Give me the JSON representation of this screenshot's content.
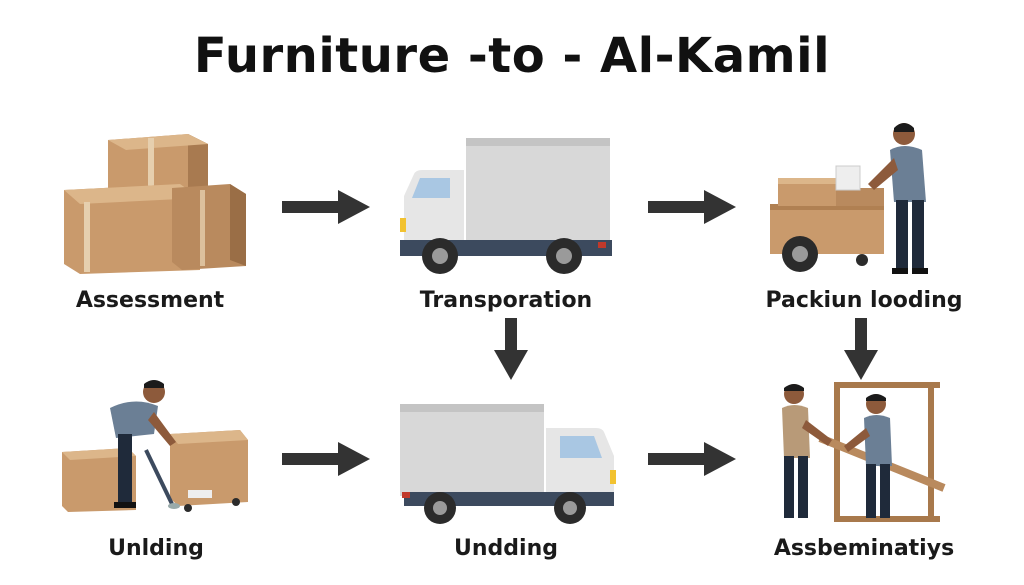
{
  "title": "Furniture -to - Al-Kamil",
  "steps": [
    {
      "label": "Assessment",
      "icon": "boxes-icon"
    },
    {
      "label": "Transporation",
      "icon": "truck-icon"
    },
    {
      "label": "Packiun looding",
      "icon": "worker-cart-icon"
    },
    {
      "label": "Unlding",
      "icon": "worker-lifting-icon"
    },
    {
      "label": "Undding",
      "icon": "truck-icon"
    },
    {
      "label": "Assbeminatiys",
      "icon": "workers-assembling-icon"
    }
  ],
  "colors": {
    "box": "#c99a6c",
    "box_dark": "#a87a50",
    "truck_body": "#dcdcdc",
    "truck_trim": "#3c4a5e",
    "arrow": "#333333",
    "shirt": "#6b7f95",
    "pants": "#1f2a3a"
  }
}
